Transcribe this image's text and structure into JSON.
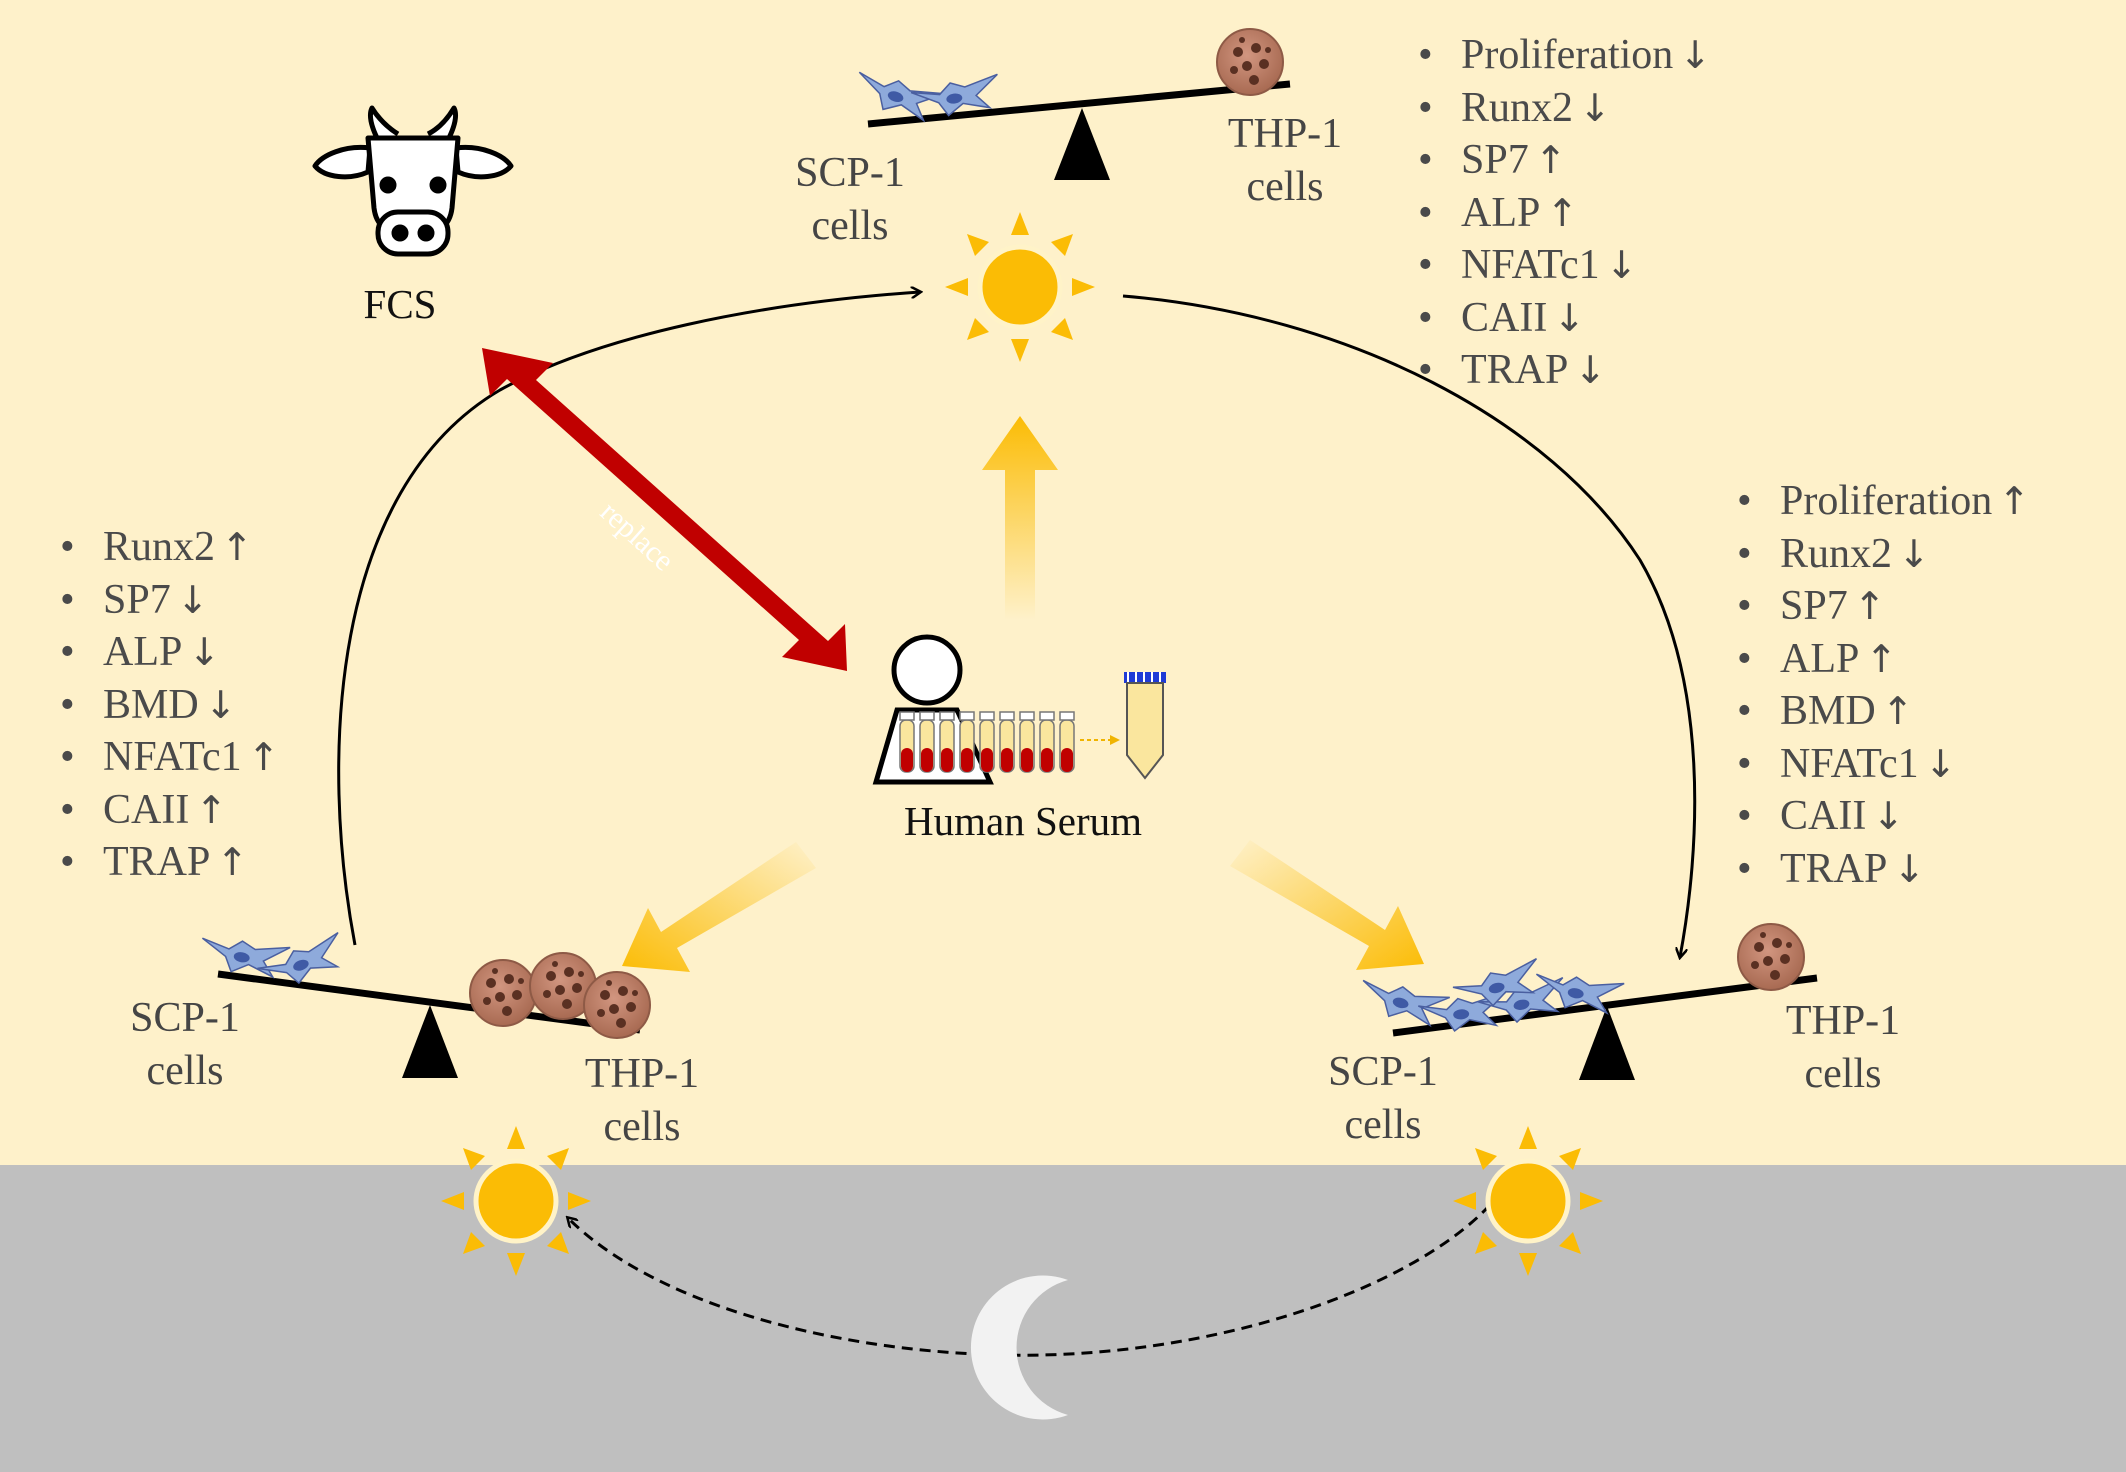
{
  "labels": {
    "fcs": "FCS",
    "human_serum": "Human Serum",
    "replace": "replace",
    "scp1_line1": "SCP-1",
    "thp1_line1": "THP-1",
    "cells": "cells"
  },
  "marker_lists": {
    "top": [
      {
        "name": "Proliferation",
        "dir": "↓"
      },
      {
        "name": "Runx2",
        "dir": "↓"
      },
      {
        "name": "SP7",
        "dir": "↑"
      },
      {
        "name": "ALP",
        "dir": "↑"
      },
      {
        "name": "NFATc1",
        "dir": "↓"
      },
      {
        "name": "CAII",
        "dir": "↓"
      },
      {
        "name": "TRAP",
        "dir": "↓"
      }
    ],
    "left": [
      {
        "name": "Runx2",
        "dir": "↑"
      },
      {
        "name": "SP7",
        "dir": "↓"
      },
      {
        "name": "ALP",
        "dir": "↓"
      },
      {
        "name": "BMD",
        "dir": "↓"
      },
      {
        "name": "NFATc1",
        "dir": "↑"
      },
      {
        "name": "CAII",
        "dir": "↑"
      },
      {
        "name": "TRAP",
        "dir": "↑"
      }
    ],
    "right": [
      {
        "name": "Proliferation",
        "dir": "↑"
      },
      {
        "name": "Runx2",
        "dir": "↓"
      },
      {
        "name": "SP7",
        "dir": "↑"
      },
      {
        "name": "ALP",
        "dir": "↑"
      },
      {
        "name": "BMD",
        "dir": "↑"
      },
      {
        "name": "NFATc1",
        "dir": "↓"
      },
      {
        "name": "CAII",
        "dir": "↓"
      },
      {
        "name": "TRAP",
        "dir": "↓"
      }
    ]
  },
  "bullet": "•",
  "icons": [
    "cow-icon",
    "person-icon",
    "blood-tubes-icon",
    "serum-tube-icon",
    "sun-icon",
    "moon-icon",
    "seesaw-icon",
    "scp1-cell-icon",
    "thp1-cell-icon"
  ],
  "colors": {
    "day_background": "#fef1ca",
    "night_background": "#bfbfbf",
    "replace_arrow": "#c00000",
    "sun": "#fbbc05",
    "scp1_cell": "#8eaadb",
    "thp1_cell": "#c0826a",
    "blood": "#c00000",
    "serum": "#fae69e"
  }
}
